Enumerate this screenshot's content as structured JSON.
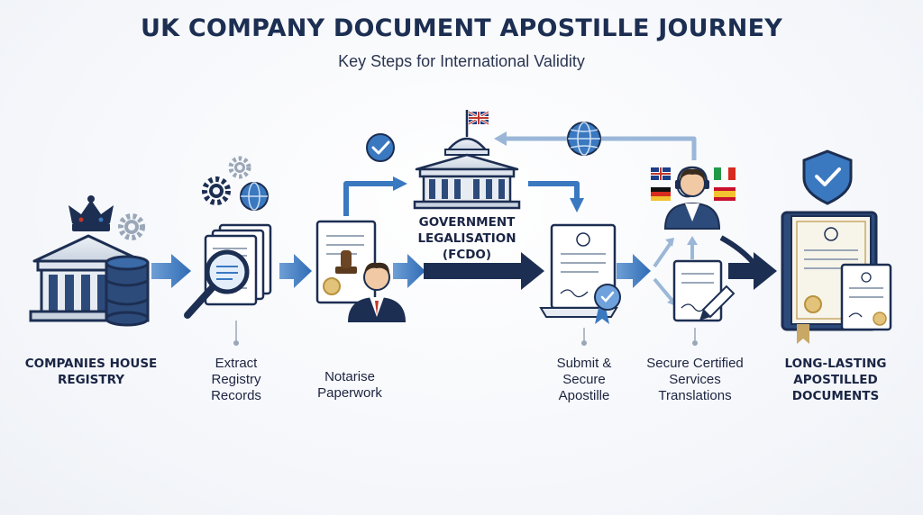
{
  "title": "UK COMPANY DOCUMENT APOSTILLE JOURNEY",
  "subtitle": "Key Steps for International Validity",
  "steps": [
    {
      "label": "COMPANIES HOUSE\nREGISTRY"
    },
    {
      "label": "Extract\nRegistry\nRecords"
    },
    {
      "label": "Notarise\nPaperwork"
    },
    {
      "label": "GOVERNMENT\nLEGALISATION\n(FCDO)"
    },
    {
      "label": "Submit &\nSecure\nApostille"
    },
    {
      "label": "Secure Certified\nServices\nTranslations"
    },
    {
      "label": "LONG-LASTING\nAPOSTILLED\nDOCUMENTS"
    }
  ],
  "colors": {
    "navy": "#1c2e52",
    "blue": "#3a78c0",
    "lightblue": "#9bb7d8",
    "gray": "#c9d2de",
    "red": "#c0392b"
  }
}
